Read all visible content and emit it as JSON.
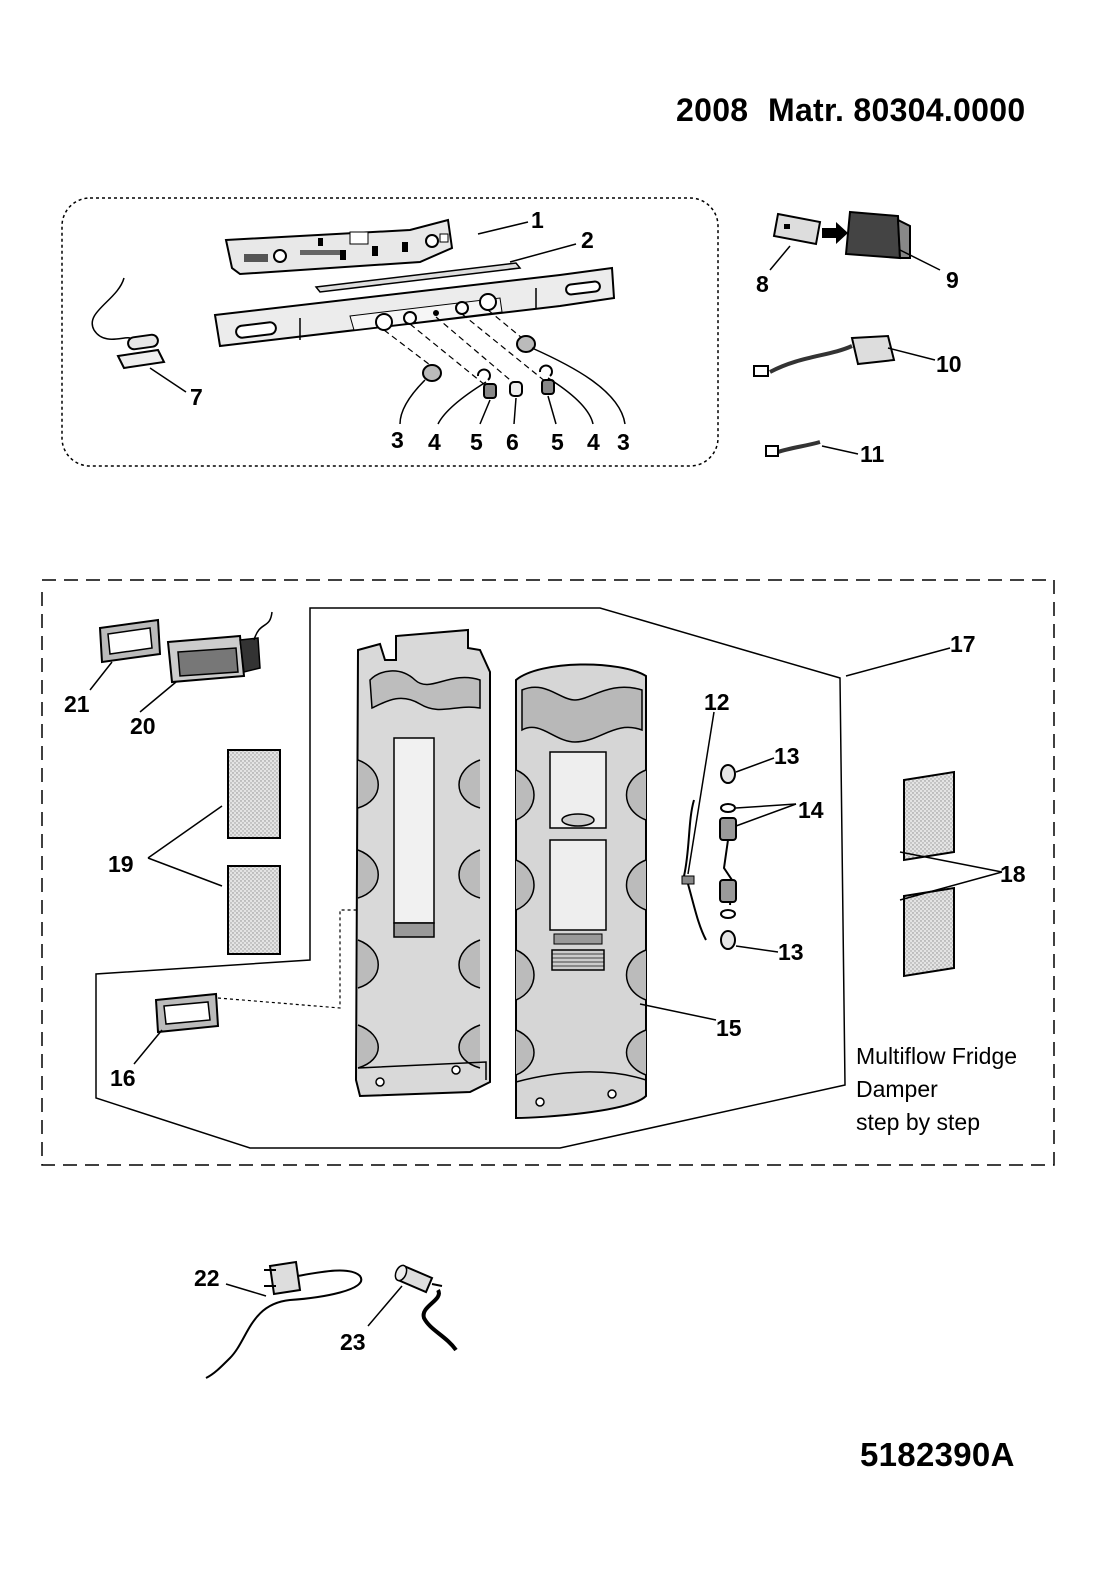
{
  "header": {
    "year": "2008",
    "matr": "Matr. 80304.0000"
  },
  "document_number": "5182390A",
  "note": {
    "line1": "Multiflow Fridge",
    "line2": "Damper",
    "line3": "step by step"
  },
  "callouts": {
    "c1": "1",
    "c2": "2",
    "c3a": "3",
    "c3b": "3",
    "c4a": "4",
    "c4b": "4",
    "c5a": "5",
    "c5b": "5",
    "c6": "6",
    "c7": "7",
    "c8": "8",
    "c9": "9",
    "c10": "10",
    "c11": "11",
    "c12": "12",
    "c13a": "13",
    "c13b": "13",
    "c14": "14",
    "c15": "15",
    "c16": "16",
    "c17": "17",
    "c18": "18",
    "c19": "19",
    "c20": "20",
    "c21": "21",
    "c22": "22",
    "c23": "23"
  }
}
